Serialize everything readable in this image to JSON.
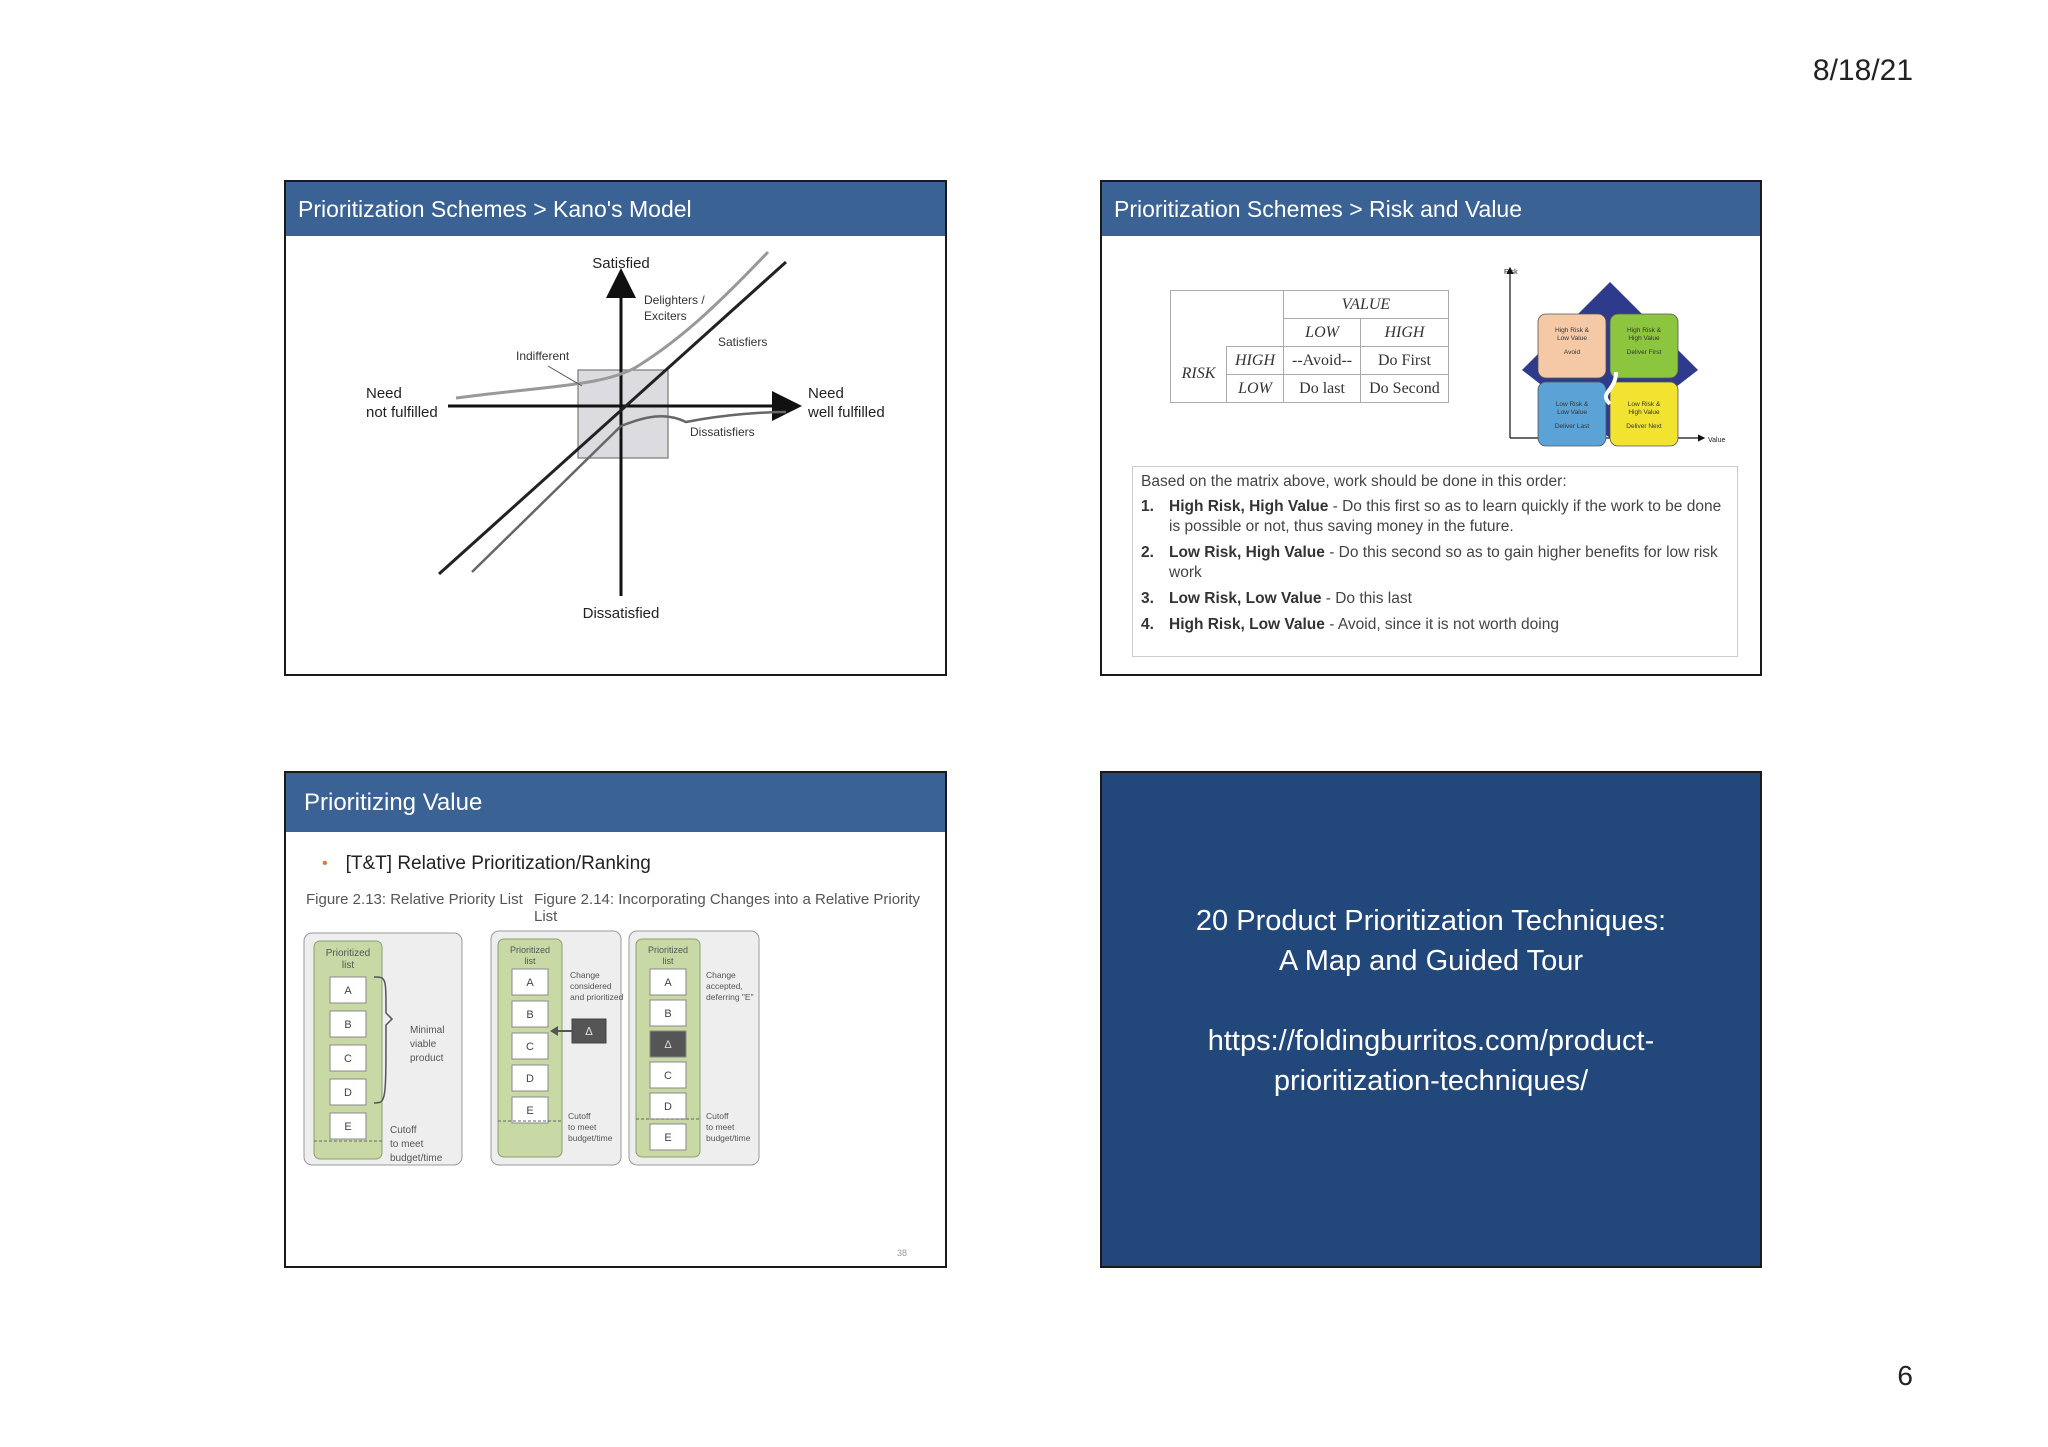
{
  "page": {
    "date": "8/18/21",
    "number": "6"
  },
  "kano": {
    "title": "Prioritization Schemes  > Kano's Model",
    "labels": {
      "satisfied": "Satisfied",
      "dissatisfied": "Dissatisfied",
      "need_not_1": "Need",
      "need_not_2": "not fulfilled",
      "need_well_1": "Need",
      "need_well_2": "well fulfilled",
      "delighters_1": "Delighters /",
      "delighters_2": "Exciters",
      "satisfiers": "Satisfiers",
      "indifferent": "Indifferent",
      "dissatisfiers": "Dissatisfiers"
    }
  },
  "risk": {
    "title": "Prioritization Schemes > Risk and Value",
    "table": {
      "value": "VALUE",
      "low": "LOW",
      "high": "HIGH",
      "risk": "RISK",
      "row_high": "HIGH",
      "row_low": "LOW",
      "high_low": "--Avoid--",
      "high_high": "Do First",
      "low_low": "Do last",
      "low_high": "Do Second"
    },
    "quadrant": {
      "axis_y": "Risk",
      "axis_x": "Value",
      "q1_a": "High Risk &",
      "q1_b": "Low Value",
      "q1_c": "Avoid",
      "q2_a": "High Risk &",
      "q2_b": "High Value",
      "q2_c": "Deliver First",
      "q3_a": "Low Risk &",
      "q3_b": "Low Value",
      "q3_c": "Deliver Last",
      "q4_a": "Low Risk &",
      "q4_b": "High Value",
      "q4_c": "Deliver Next",
      "colors": {
        "avoid": "#f6c9a6",
        "first": "#8cc63f",
        "last": "#5ba3d6",
        "next": "#f2e330",
        "frame": "#2e3a8c"
      }
    },
    "list": {
      "intro": "Based on the matrix above, work should be done in this order:",
      "items": [
        {
          "num": "1.",
          "label": "High Risk, High Value",
          "text": " - Do this first so as to learn quickly if the work to be done is possible or not, thus saving money in the future."
        },
        {
          "num": "2.",
          "label": "Low Risk, High Value",
          "text": " - Do this second so as to gain higher benefits for low risk work"
        },
        {
          "num": "3.",
          "label": "Low Risk, Low Value",
          "text": " - Do this last"
        },
        {
          "num": "4.",
          "label": "High Risk, Low Value",
          "text": " - Avoid, since it is not worth doing"
        }
      ]
    }
  },
  "value": {
    "title": "Prioritizing Value",
    "bullet": "[T&T] Relative Prioritization/Ranking",
    "fig1_title": "Figure 2.13: Relative Priority List",
    "fig2_title": "Figure 2.14: Incorporating Changes into a Relative Priority List",
    "list_label_1": "Prioritized",
    "list_label_2": "list",
    "items": [
      "A",
      "B",
      "C",
      "D",
      "E"
    ],
    "items_changed": [
      "A",
      "B",
      "Δ",
      "C",
      "D",
      "E"
    ],
    "delta": "Δ",
    "mvp_1": "Minimal",
    "mvp_2": "viable",
    "mvp_3": "product",
    "cutoff_1": "Cutoff",
    "cutoff_2": "to meet",
    "cutoff_3": "budget/time",
    "change_1": "Change",
    "change_2": "considered",
    "change_3": "and prioritized",
    "accepted_1": "Change",
    "accepted_2": "accepted,",
    "accepted_3": "deferring \"E\"",
    "slide_num": "38"
  },
  "tour": {
    "line1": "20 Product Prioritization Techniques:",
    "line2": "A Map and Guided Tour",
    "line3": "https://foldingburritos.com/product-",
    "line4": "prioritization-techniques/"
  }
}
